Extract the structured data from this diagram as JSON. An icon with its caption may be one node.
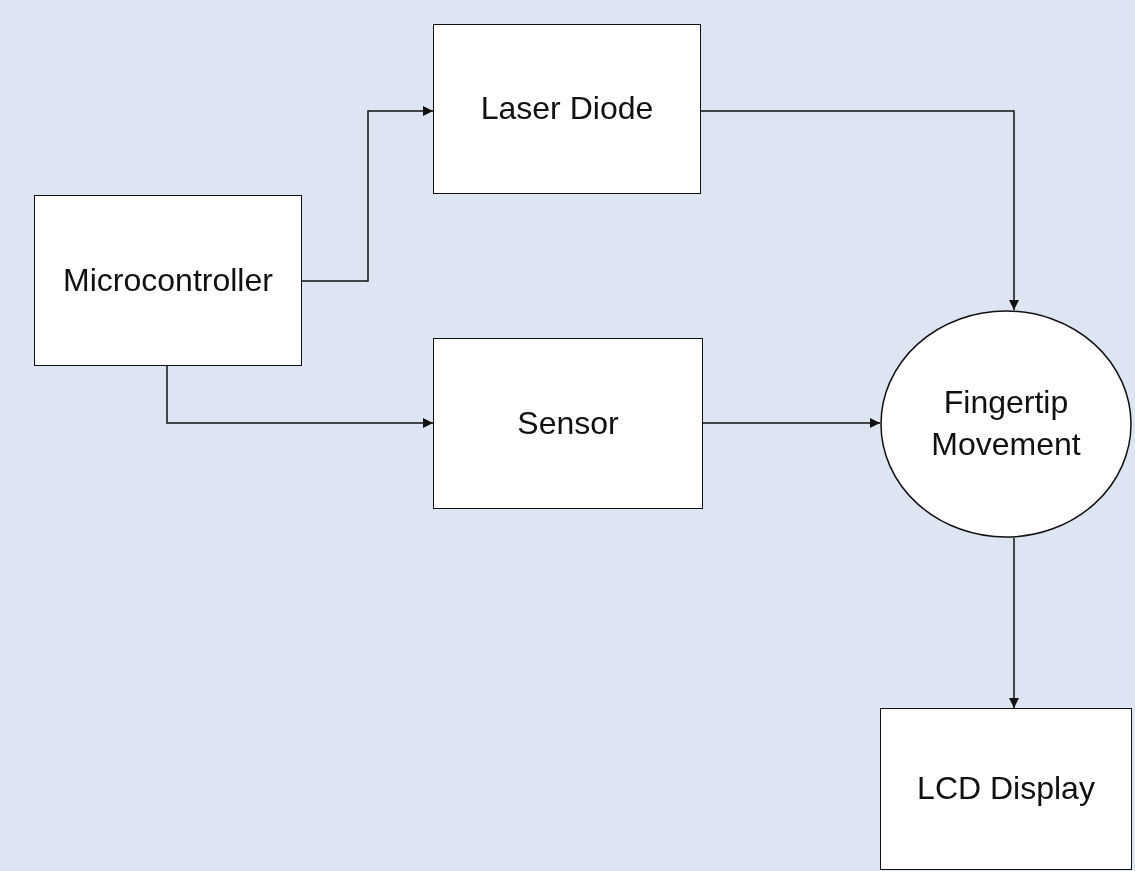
{
  "diagram": {
    "nodes": [
      {
        "text": [
          "Microcontroller"
        ]
      },
      {
        "text": [
          "Laser Diode"
        ]
      },
      {
        "text": [
          "Sensor"
        ]
      },
      {
        "text": [
          "Fingertip Movement"
        ]
      },
      {
        "text": [
          "LCD Display"
        ]
      }
    ],
    "edges": [
      {
        "from": 0,
        "to": 1,
        "arrow": "to"
      },
      {
        "from": 0,
        "to": 2,
        "arrow": "to"
      },
      {
        "from": 1,
        "to": 3,
        "arrow": "to"
      },
      {
        "from": 2,
        "to": 3,
        "arrow": "to"
      },
      {
        "from": 3,
        "to": 4,
        "arrow": "to"
      }
    ]
  }
}
